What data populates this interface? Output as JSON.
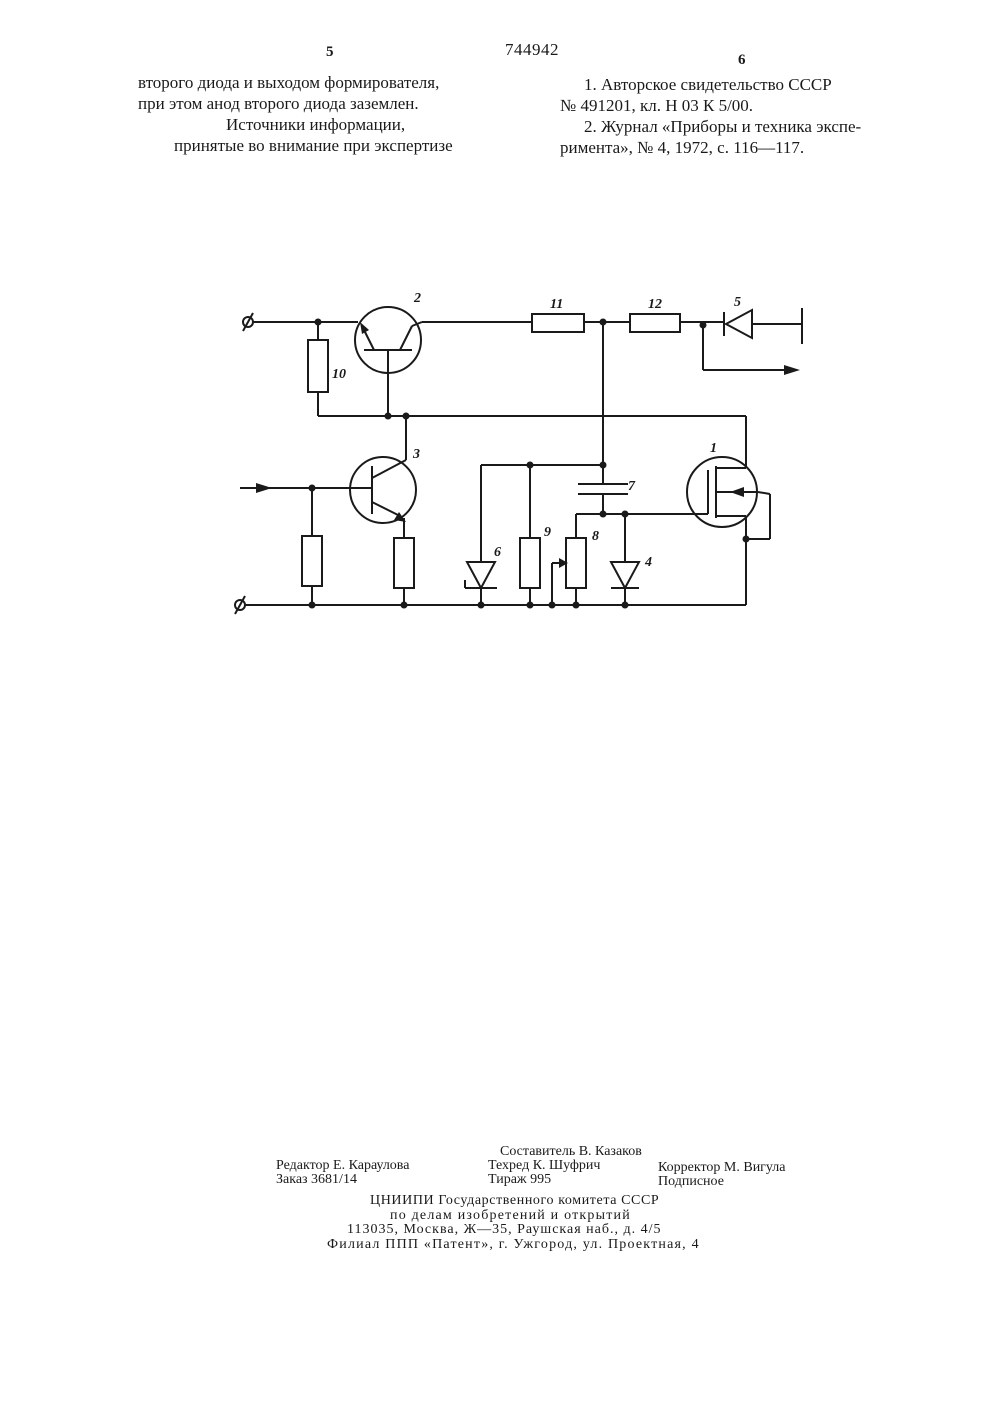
{
  "header": {
    "left_page_number": "5",
    "patent_number": "744942",
    "right_page_number": "6"
  },
  "left_column": {
    "line1": "второго диода и выходом формирователя,",
    "line2": "при этом анод второго диода заземлен.",
    "sources_title_line1": "Источники информации,",
    "sources_title_line2": "принятые во внимание при экспертизе"
  },
  "right_column": {
    "ref1_line1": "1. Авторское свидетельство СССР",
    "ref1_line2": "№ 491201, кл. Н 03 К 5/00.",
    "ref2_line1": "2. Журнал «Приборы и техника экспе-",
    "ref2_line2": "римента», № 4, 1972, с. 116—117."
  },
  "figure": {
    "labels": {
      "transistor_2": "2",
      "resistor_11": "11",
      "resistor_12": "12",
      "diode_5": "5",
      "resistor_10": "10",
      "transistor_3": "3",
      "mosfet_1": "1",
      "capacitor_7": "7",
      "diode_6": "6",
      "resistor_9": "9",
      "potentiometer_8": "8",
      "diode_4": "4"
    }
  },
  "imprint": {
    "compiler": "Составитель В. Казаков",
    "editor": "Редактор Е. Караулова",
    "tech_editor": "Техред К. Шуфрич",
    "corrector": "Корректор М. Вигула",
    "order": "Заказ 3681/14",
    "circulation": "Тираж 995",
    "subscription": "Подписное",
    "org_line1": "ЦНИИПИ Государственного комитета СССР",
    "org_line2": "по делам изобретений и открытий",
    "org_line3": "113035, Москва, Ж—35, Раушская наб., д. 4/5",
    "branch": "Филиал ППП «Патент», г. Ужгород, ул. Проектная, 4"
  }
}
